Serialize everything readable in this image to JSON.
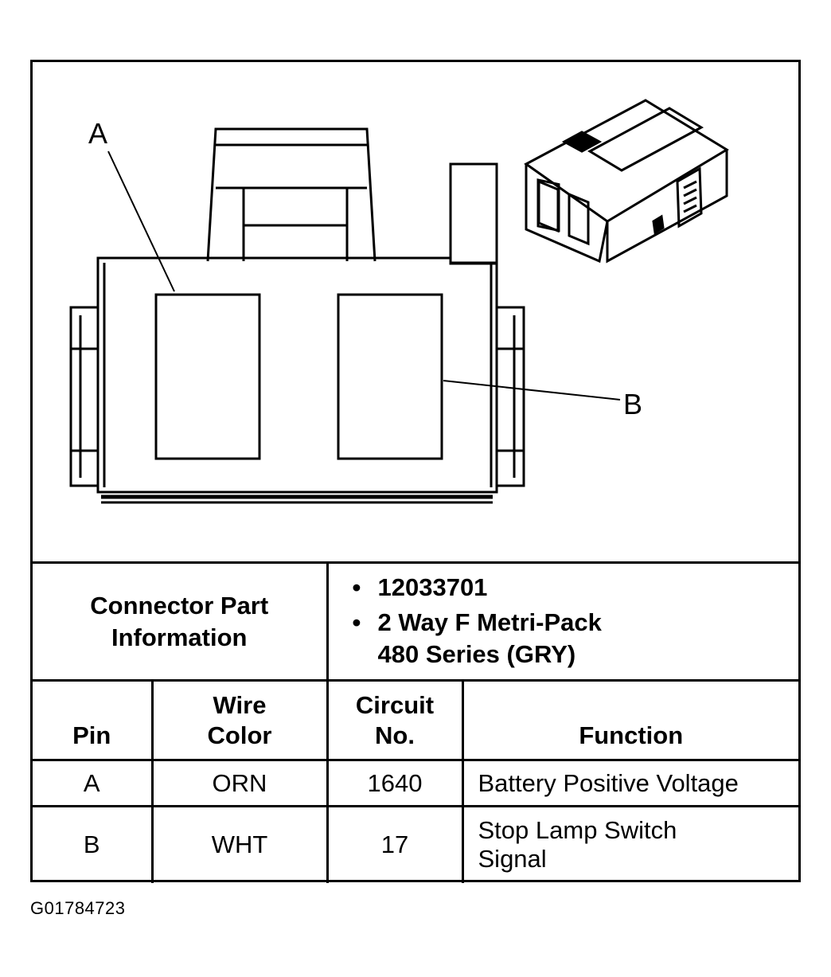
{
  "diagram": {
    "label_a": "A",
    "label_b": "B"
  },
  "connector_info": {
    "label": "Connector Part Information",
    "part_number": "12033701",
    "description_line1": "2 Way F Metri-Pack",
    "description_line2": "480 Series (GRY)"
  },
  "table": {
    "headers": {
      "pin": "Pin",
      "wire_color_line1": "Wire",
      "wire_color_line2": "Color",
      "circuit_line1": "Circuit",
      "circuit_line2": "No.",
      "function": "Function"
    },
    "rows": [
      {
        "pin": "A",
        "wire_color": "ORN",
        "circuit": "1640",
        "function": "Battery Positive Voltage"
      },
      {
        "pin": "B",
        "wire_color": "WHT",
        "circuit": "17",
        "function_line1": "Stop Lamp Switch",
        "function_line2": "Signal"
      }
    ]
  },
  "figure_code": "G01784723"
}
